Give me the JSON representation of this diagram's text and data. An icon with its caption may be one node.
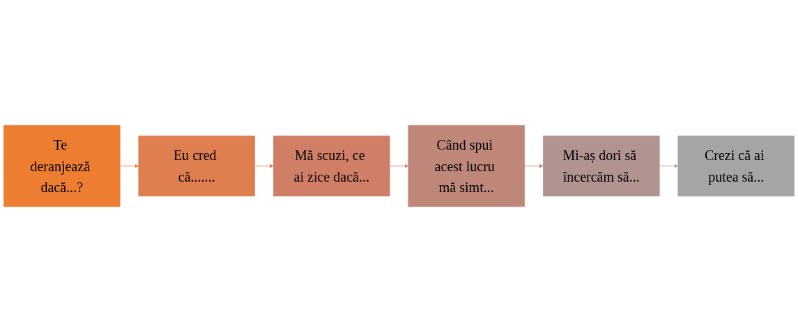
{
  "diagram": {
    "nodes": [
      {
        "text": [
          "Te deranjează dacă...?"
        ]
      },
      {
        "text": [
          "Eu cred că......."
        ]
      },
      {
        "text": [
          "Mă scuzi, ce ai zice dacă..."
        ]
      },
      {
        "text": [
          "Când spui acest lucru mă simt..."
        ]
      },
      {
        "text": [
          "Mi-aș dori să încercăm să..."
        ]
      },
      {
        "text": [
          "Crezi că ai putea să..."
        ]
      }
    ],
    "edges": [
      {
        "from": 0,
        "to": 1,
        "arrow": "to",
        "color": "#ed7d31"
      },
      {
        "from": 1,
        "to": 2,
        "arrow": "to",
        "color": "#df7e4f"
      },
      {
        "from": 2,
        "to": 3,
        "arrow": "to",
        "color": "#d07f66"
      },
      {
        "from": 3,
        "to": 4,
        "arrow": "to",
        "color": "#be877a"
      },
      {
        "from": 4,
        "to": 5,
        "arrow": "to",
        "color": "#b19390"
      }
    ]
  }
}
